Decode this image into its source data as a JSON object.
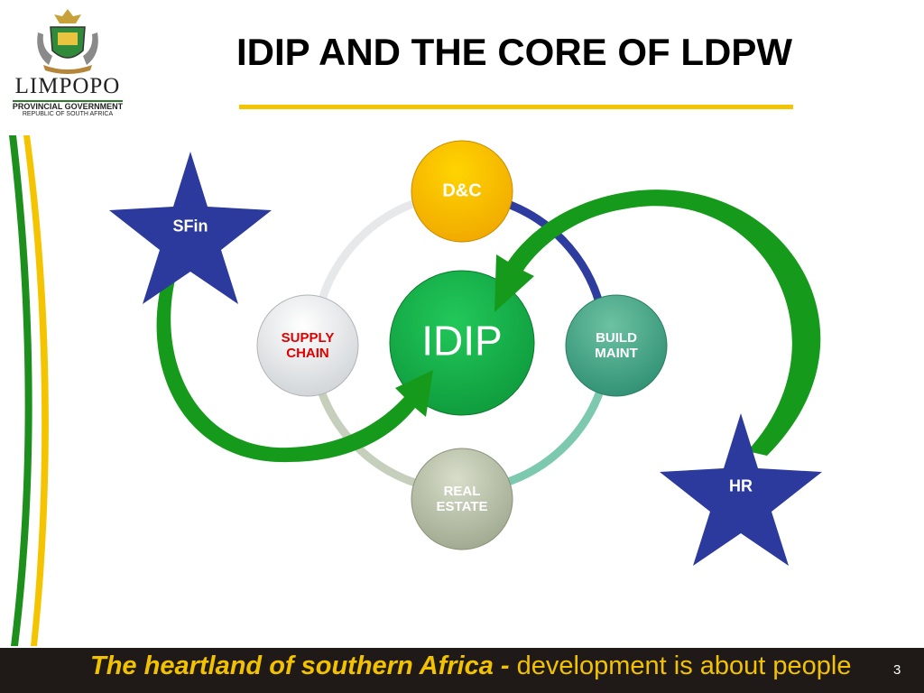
{
  "logo": {
    "word": "LIMPOPO",
    "line1": "PROVINCIAL GOVERNMENT",
    "line2": "REPUBLIC OF SOUTH AFRICA"
  },
  "title": "IDIP AND THE CORE OF LDPW",
  "diagram": {
    "center": "IDIP",
    "dc": "D&C",
    "supply_chain": [
      "SUPPLY",
      "CHAIN"
    ],
    "build_maint": [
      "BUILD",
      "MAINT"
    ],
    "real_estate": [
      "REAL",
      "ESTATE"
    ],
    "star_sfin": "SFin",
    "star_hr": "HR"
  },
  "footer": {
    "emphasis": "The heartland of southern Africa -",
    "rest": " development is about people"
  },
  "page_number": "3",
  "colors": {
    "gold": "#f5c400",
    "green": "#1c8f1c",
    "navy": "#2b3a9c",
    "red_label": "#e00000",
    "footer_bg": "#1f1a17"
  }
}
